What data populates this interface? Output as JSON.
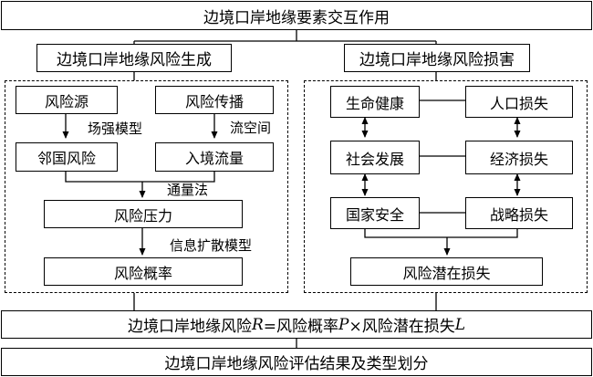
{
  "top_box": "边境口岸地缘要素交互作用",
  "left_header": "边境口岸地缘风险生成",
  "right_header": "边境口岸地缘风险损害",
  "left": {
    "risk_source": "风险源",
    "risk_spread": "风险传播",
    "neighbor_risk": "邻国风险",
    "inbound_flow": "入境流量",
    "risk_pressure": "风险压力",
    "risk_probability": "风险概率",
    "field_model": "场强模型",
    "flow_space": "流空间",
    "flux_method": "通量法",
    "info_diffusion_model": "信息扩散模型"
  },
  "right": {
    "life_health": "生命健康",
    "population_loss": "人口损失",
    "social_development": "社会发展",
    "economic_loss": "经济损失",
    "national_security": "国家安全",
    "strategic_loss": "战略损失",
    "potential_loss": "风险潜在损失"
  },
  "formula": {
    "text1": "边境口岸地缘风险",
    "var_r": "R",
    "text2": "=风险概率",
    "var_p": "P",
    "text3": "×风险潜在损失",
    "var_l": "L"
  },
  "bottom_box": "边境口岸地缘风险评估结果及类型划分"
}
